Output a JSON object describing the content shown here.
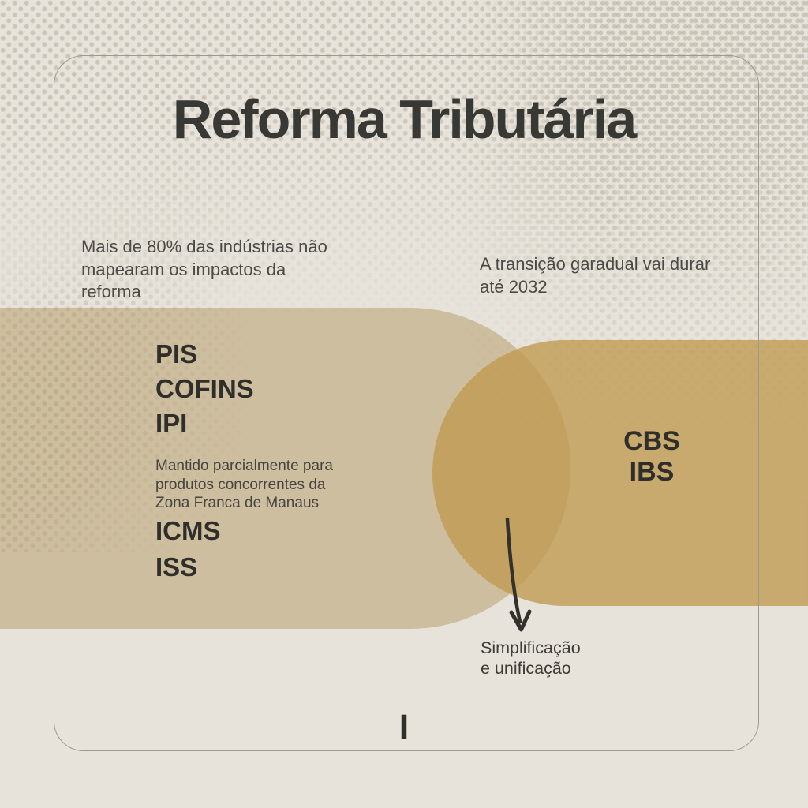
{
  "title": "Reforma Tributária",
  "facts": {
    "left": "Mais de 80% das indústrias não\nmapearam os impactos da\nreforma",
    "right": "A transição garadual vai durar\naté 2032"
  },
  "old_taxes": {
    "federal": [
      "PIS",
      "COFINS",
      "IPI"
    ],
    "note": "Mantido parcialmente para\nprodutos concorrentes da\nZona Franca de Manaus",
    "state_municipal": [
      "ICMS",
      "ISS"
    ]
  },
  "new_taxes": [
    "CBS",
    "IBS"
  ],
  "arrow_label": "Simplificação\ne unificação",
  "footer_mark": "I",
  "colors": {
    "background": "#e7e3da",
    "band_light": "#cbbc9d",
    "band_dark": "#c9a86d",
    "band_overlap": "#c2a05e",
    "heading_text": "#2f2e2a",
    "body_text": "#4b4a46",
    "frame_border": "#9c9990",
    "arrow": "#32312d"
  }
}
